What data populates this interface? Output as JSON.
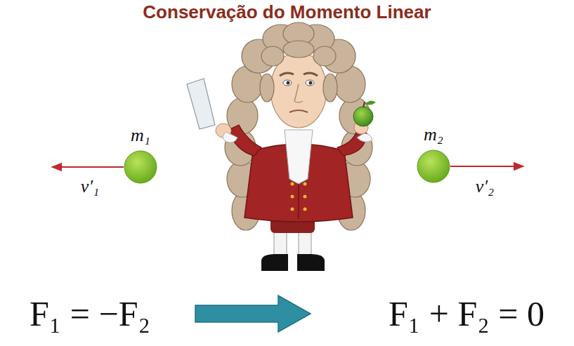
{
  "diagram": {
    "title": "Conservação do Momento Linear",
    "nodes": [
      {
        "text": [
          "m₁"
        ]
      },
      {
        "text": [
          "m₂"
        ]
      }
    ],
    "labels": [
      "v′₁",
      "v′₂",
      "F₁ = −F₂",
      "F₁ + F₂ = 0"
    ]
  }
}
